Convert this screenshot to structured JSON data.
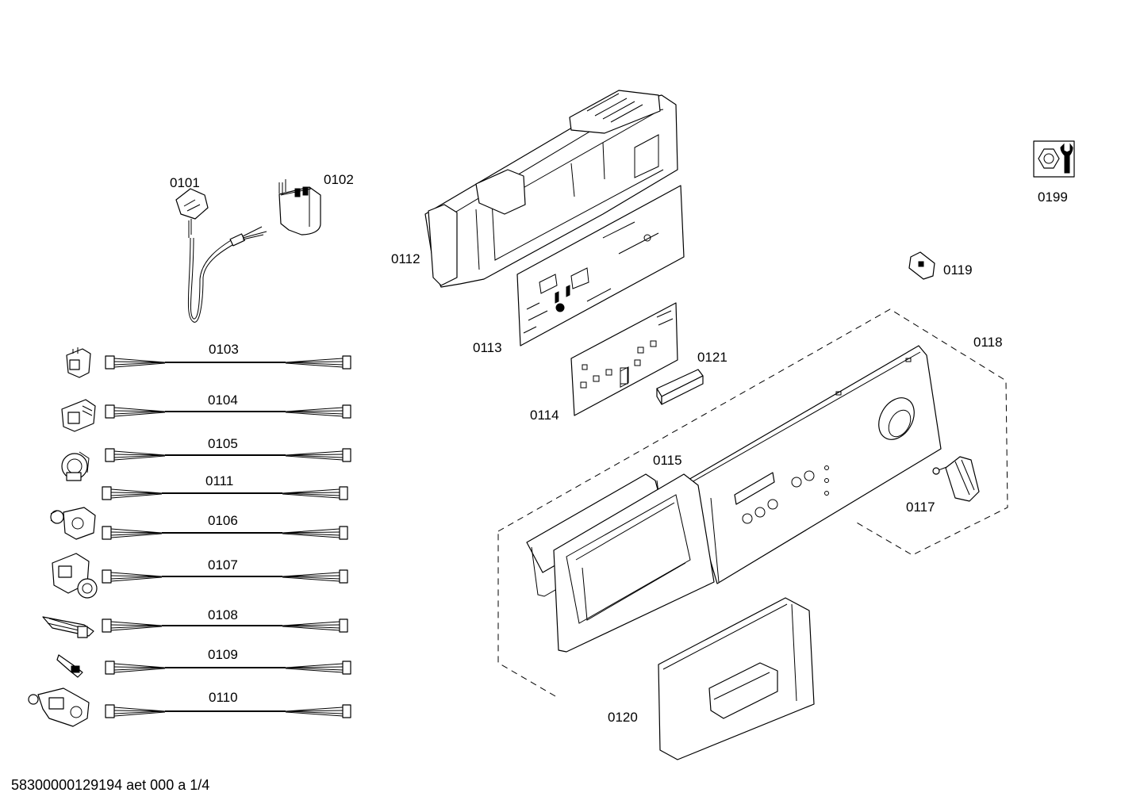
{
  "labels": {
    "p0101": "0101",
    "p0102": "0102",
    "p0103": "0103",
    "p0104": "0104",
    "p0105": "0105",
    "p0111": "0111",
    "p0106": "0106",
    "p0107": "0107",
    "p0108": "0108",
    "p0109": "0109",
    "p0110": "0110",
    "p0112": "0112",
    "p0113": "0113",
    "p0114": "0114",
    "p0121": "0121",
    "p0115": "0115",
    "p0117": "0117",
    "p0118": "0118",
    "p0119": "0119",
    "p0120": "0120",
    "p0199": "0199"
  },
  "footer": {
    "document_id": "58300000129194 aet 000 a 1/4"
  },
  "icons": {
    "service": "wrench-nut-icon"
  }
}
